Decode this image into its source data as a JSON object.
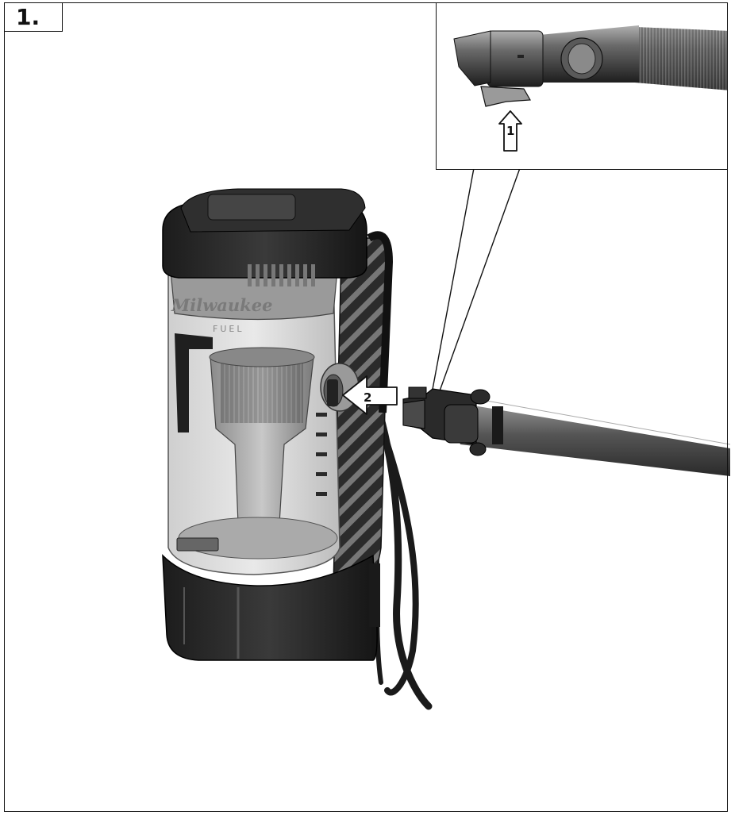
{
  "step": {
    "number": "1."
  },
  "inset": {
    "callout": "1"
  },
  "main": {
    "callout": "2"
  },
  "brand": {
    "logo": "Milwaukee",
    "sublogo": "FUEL"
  }
}
